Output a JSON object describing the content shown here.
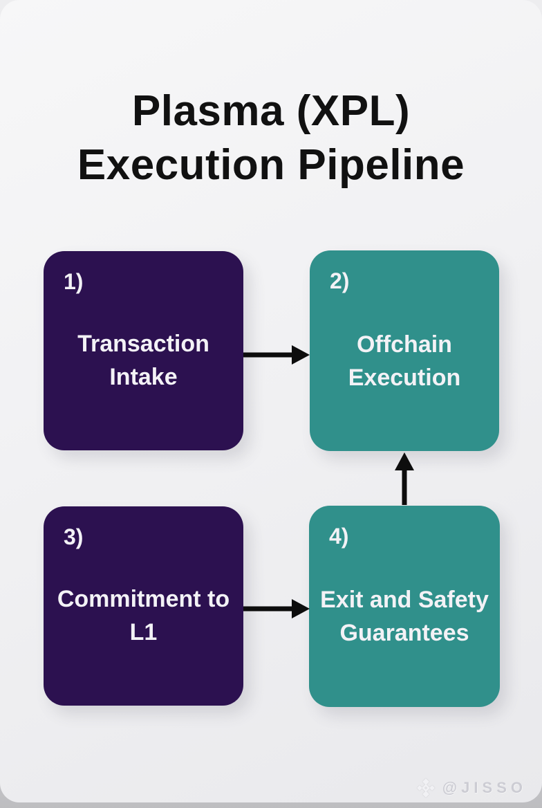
{
  "title": {
    "line1": "Plasma (XPL)",
    "line2": "Execution Pipeline"
  },
  "colors": {
    "purple": "#2c1150",
    "teal": "#30908b",
    "arrow": "#0d0d0d",
    "title_text": "#111111",
    "box_text": "#f3f2f6",
    "watermark_text": "#ccccd3",
    "card_background": "#f1f1f3"
  },
  "steps": [
    {
      "number": "1)",
      "label": "Transaction Intake",
      "color": "purple"
    },
    {
      "number": "2)",
      "label": "Offchain Execution",
      "color": "teal"
    },
    {
      "number": "3)",
      "label": "Commitment to L1",
      "color": "purple"
    },
    {
      "number": "4)",
      "label": "Exit and Safety Guarantees",
      "color": "teal"
    }
  ],
  "flow": [
    {
      "from": "1) Transaction Intake",
      "to": "2) Offchain Execution",
      "direction": "right"
    },
    {
      "from": "3) Commitment to L1",
      "to": "4) Exit and Safety Guarantees",
      "direction": "right"
    },
    {
      "from": "4) Exit and Safety Guarantees",
      "to": "2) Offchain Execution",
      "direction": "up"
    }
  ],
  "watermark": {
    "handle": "@JISSO",
    "icon": "binance-diamond-icon"
  }
}
